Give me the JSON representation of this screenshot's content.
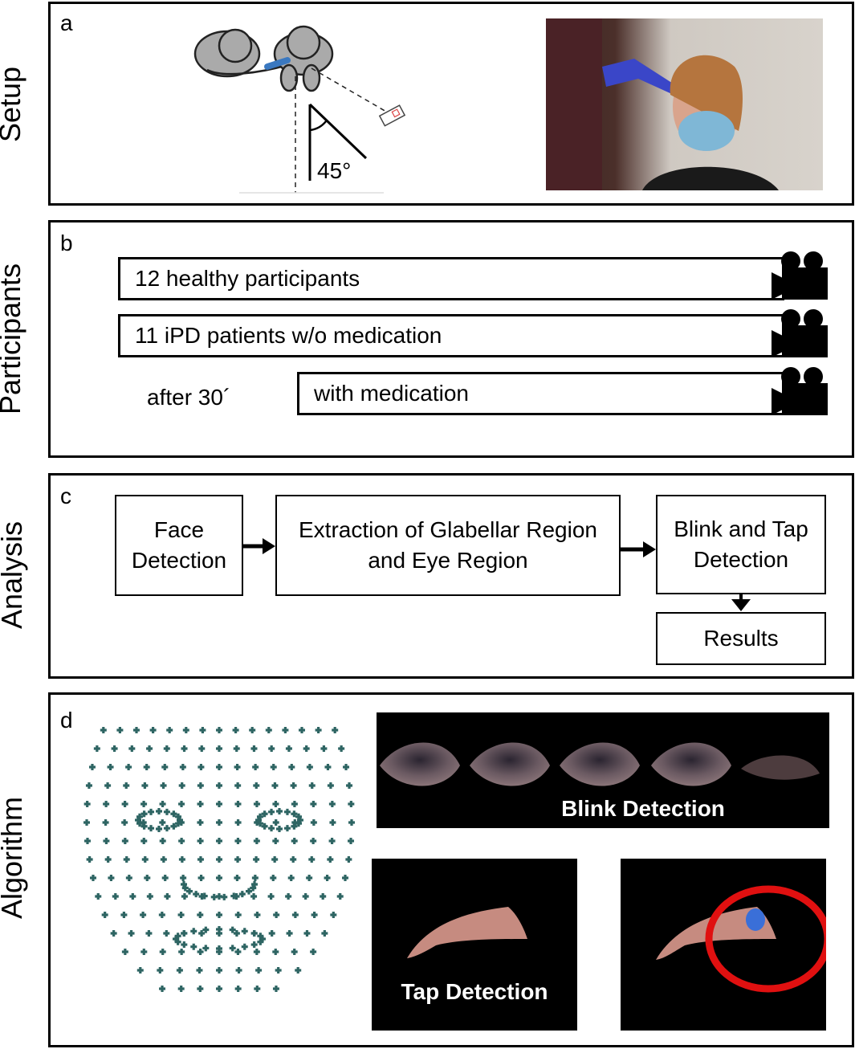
{
  "panels": {
    "setup": {
      "letter": "a",
      "side_label": "Setup",
      "angle_label": "45°",
      "icons": [
        "people-topview-icon",
        "camera-icon"
      ]
    },
    "participants": {
      "letter": "b",
      "side_label": "Participants",
      "bars": [
        {
          "label": "12 healthy participants"
        },
        {
          "label": "11 iPD patients w/o medication"
        },
        {
          "label": "with medication"
        }
      ],
      "delay_label": "after 30´",
      "icons": [
        "video-camera-icon"
      ]
    },
    "analysis": {
      "letter": "c",
      "side_label": "Analysis",
      "steps": {
        "face": [
          "Face",
          "Detection"
        ],
        "extraction": [
          "Extraction of Glabellar Region",
          "and Eye Region"
        ],
        "blink_tap": [
          "Blink and Tap",
          "Detection"
        ],
        "results": "Results"
      }
    },
    "algorithm": {
      "letter": "d",
      "side_label": "Algorithm",
      "blink_caption": "Blink Detection",
      "tap_caption": "Tap Detection",
      "landmark_color": "#2e6563",
      "highlight_color": "#e01010"
    }
  }
}
